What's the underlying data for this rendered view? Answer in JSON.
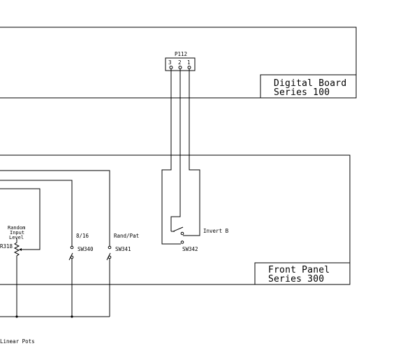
{
  "connector": {
    "ref": "P112",
    "pins": [
      "3",
      "2",
      "1"
    ]
  },
  "digital_board": {
    "line1": "Digital Board",
    "line2": "Series 100"
  },
  "front_panel": {
    "line1": "Front Panel",
    "line2": "Series 300"
  },
  "pot": {
    "ref": "R318",
    "label_line1": "Random",
    "label_line2": "Input",
    "label_line3": "Level"
  },
  "switches": {
    "sw340": {
      "ref": "SW340",
      "label": "8/16"
    },
    "sw341": {
      "ref": "SW341",
      "label": "Rand/Pat"
    },
    "sw342": {
      "ref": "SW342",
      "label": "Invert B"
    }
  },
  "footnote": "Linear Pots"
}
